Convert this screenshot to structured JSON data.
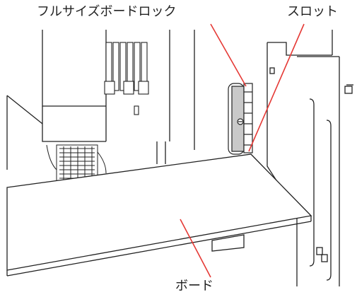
{
  "labels": {
    "full_size_board_lock": "フルサイズボードロック",
    "slot": "スロット",
    "board": "ボード"
  },
  "colors": {
    "line": "#222222",
    "leader": "#e53935",
    "lock_gray": "#c9c9c9",
    "background": "#ffffff"
  }
}
